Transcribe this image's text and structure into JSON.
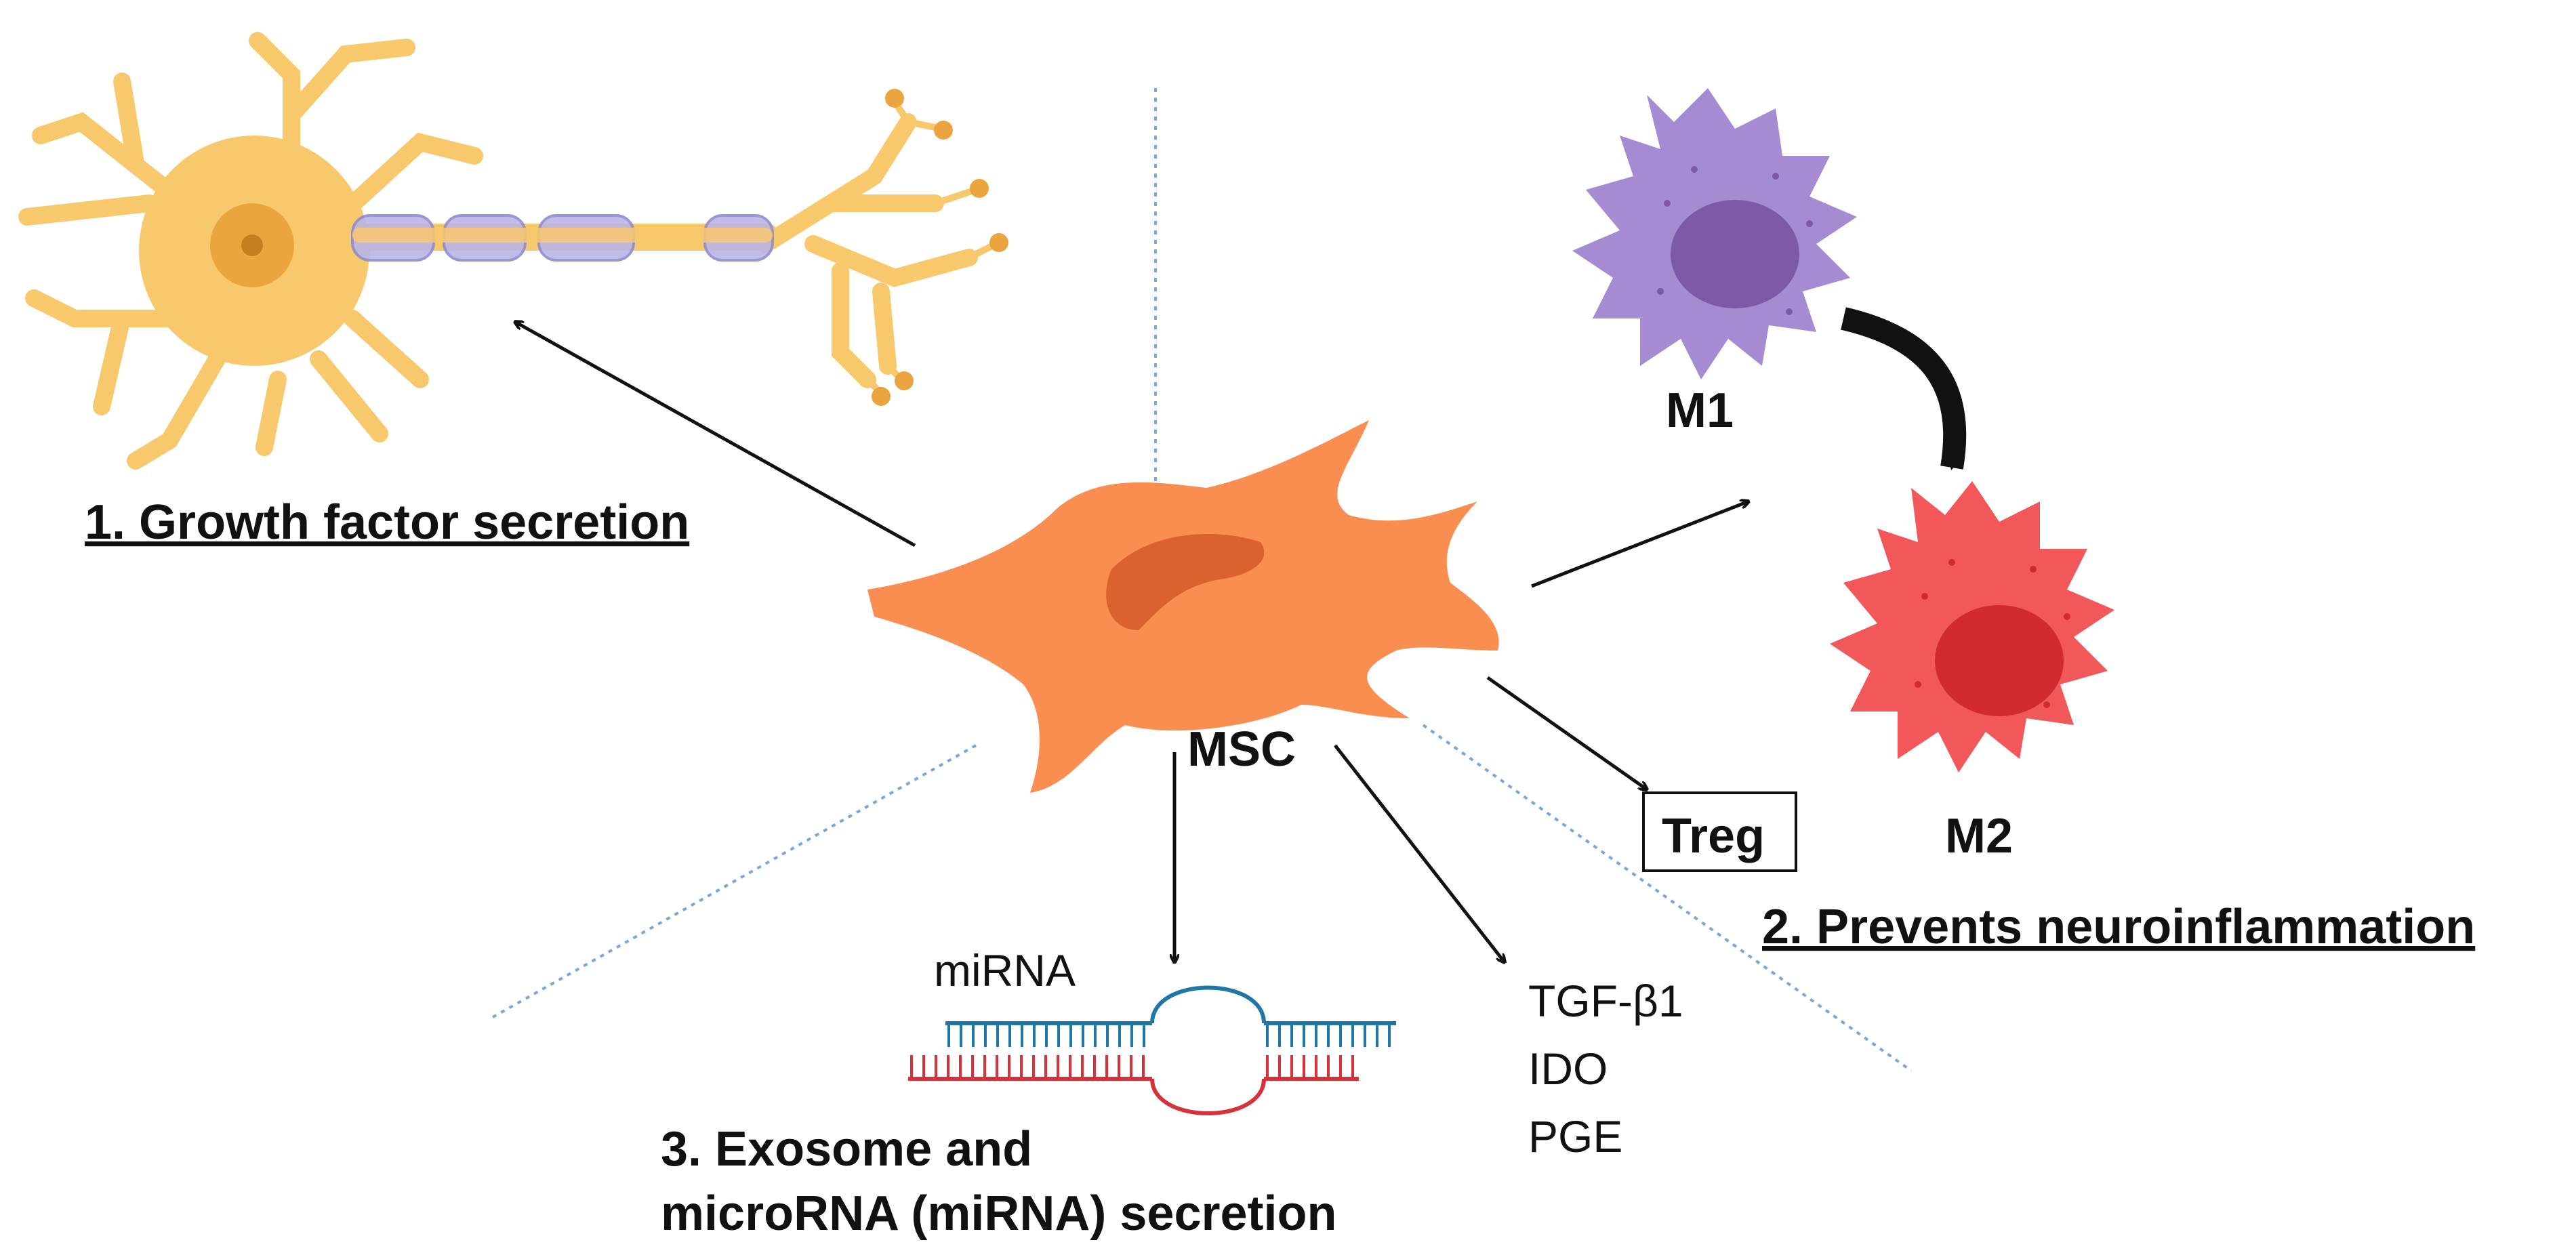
{
  "labels": {
    "growth": "1. Growth factor secretion",
    "neuroinflammation": "2. Prevents neuroinflammation",
    "exosome_line1": "3. Exosome and",
    "exosome_line2": "microRNA (miRNA) secretion",
    "msc": "MSC",
    "m1": "M1",
    "m2": "M2",
    "treg": "Treg",
    "mirna": "miRNA",
    "molecules": [
      "TGF-β1",
      "IDO",
      "PGE"
    ]
  },
  "colors": {
    "neuron": "#F8C86C",
    "neuron_outline": "#EBA53E",
    "myelin": "#B9B5E6",
    "msc_body": "#F98E50",
    "msc_nucleus": "#D9622E",
    "m1_body": "#A48BD2",
    "m1_nucleus": "#7C5AA8",
    "m2_body": "#F2575A",
    "m2_nucleus": "#D12B31",
    "rna_top": "#2176A8",
    "rna_bottom": "#D6323C",
    "divider": "#7AA7D9"
  }
}
